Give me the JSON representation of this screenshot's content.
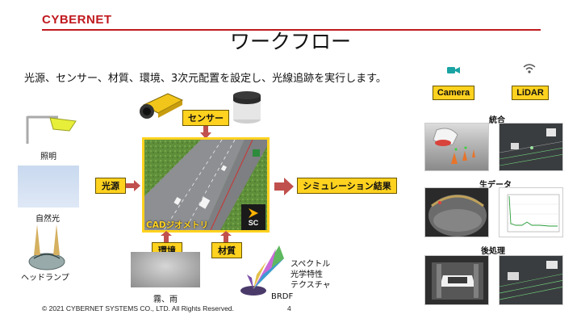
{
  "header": {
    "logo": "CYBERNET",
    "title": "ワークフロー"
  },
  "subtitle": "光源、センサー、材質、環境、3次元配置を設定し、光線追跡を実行します。",
  "left": {
    "lighting": "照明",
    "sky": "自然光",
    "headlamp": "ヘッドランプ"
  },
  "boxes": {
    "sensor": "センサー",
    "light_source": "光源",
    "environment": "環境",
    "material": "材質",
    "result": "シミュレーション結果"
  },
  "center": {
    "cad": "CADジオメトリ",
    "sc_logo": "SC"
  },
  "bottom": {
    "fog": "霧、雨",
    "brdf": "BRDF",
    "spectral": "スペクトル",
    "optical": "光学特性",
    "texture": "テクスチャ"
  },
  "right": {
    "camera": "Camera",
    "lidar": "LiDAR",
    "fusion": "統合",
    "raw": "生データ",
    "post": "後処理"
  },
  "footer": {
    "copyright": "© 2021 CYBERNET SYSTEMS CO., LTD. All Rights Reserved.",
    "page": "4"
  },
  "colors": {
    "accent": "#c0191e",
    "box_fill": "#ffd21f",
    "arrow": "#c0504d"
  }
}
